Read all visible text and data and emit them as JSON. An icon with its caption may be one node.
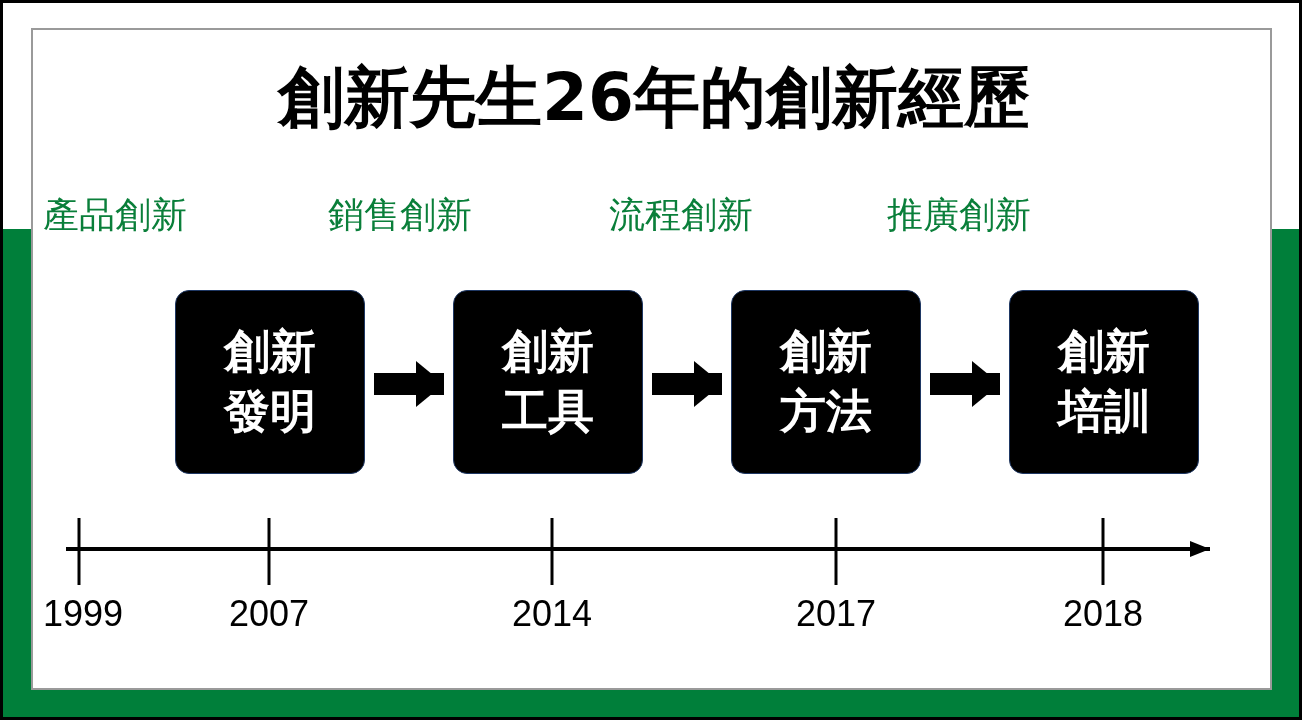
{
  "diagram": {
    "title": "創新先生26年的創新經歷",
    "nodes": [
      {
        "text": [
          "創新發明"
        ]
      },
      {
        "text": [
          "創新工具"
        ]
      },
      {
        "text": [
          "創新方法"
        ]
      },
      {
        "text": [
          "創新培訓"
        ]
      }
    ],
    "edges": [
      {
        "from": 0,
        "to": 1,
        "arrow": "to"
      },
      {
        "from": 1,
        "to": 2,
        "arrow": "to"
      },
      {
        "from": 2,
        "to": 3,
        "arrow": "to"
      }
    ],
    "labels": [
      "產品創新",
      "銷售創新",
      "流程創新",
      "推廣創新",
      "1999",
      "2007",
      "2014",
      "2017",
      "2018"
    ]
  }
}
